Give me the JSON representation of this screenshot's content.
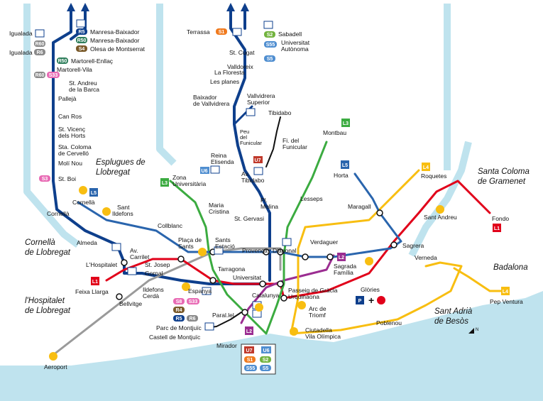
{
  "colors": {
    "water": "#bfe3ee",
    "L1": "#e1001a",
    "L2": "#9b2d91",
    "L3": "#3bab40",
    "L4": "#f8be11",
    "L5": "#2a65ad",
    "FGC": "#0e3f8c",
    "Renfe": "#9a9a9a",
    "funicular": "#111111"
  },
  "areas": {
    "esplugues": [
      "Esplugues de",
      "Llobregat"
    ],
    "cornella": [
      "Cornellà",
      "de Llobregat"
    ],
    "hospitalet": [
      "l'Hospitalet",
      "de Llobregat"
    ],
    "santa_coloma": [
      "Santa Coloma",
      "de Gramenet"
    ],
    "badalona": "Badalona",
    "sant_adria": [
      "Sant Adrià",
      "de Besòs"
    ]
  },
  "stations": {
    "manresa_baixador": "Manresa-Baixador",
    "igualada_1": "Igualada",
    "igualada_2": "Igualada",
    "olesa": "Olesa de Montserrat",
    "martorell_enllac": "Martorell-Enllaç",
    "martorell_vila": "Martorell-Vila",
    "st_andreu_barca": [
      "St. Andreu",
      "de la Barca"
    ],
    "pallejà": "Pallejà",
    "can_ros": "Can Ros",
    "st_vicenc": [
      "St. Vicenç",
      "dels Horts"
    ],
    "sta_coloma_cervello": [
      "Sta. Coloma",
      "de Cervelló"
    ],
    "moli_nou": "Molí Nou",
    "st_boi": "St. Boi",
    "terrassa": "Terrassa",
    "sabadell": "Sabadell",
    "universitat_autonoma": [
      "Universitat",
      "Autònoma"
    ],
    "st_cugat": "St. Cugat",
    "valldoreix": "Valldoreix",
    "la_floresta": "La Floresta",
    "les_planes": "Les planes",
    "baixador_vallvidrera": [
      "Baixador",
      "de Vallvidrera"
    ],
    "vallvidrera_superior": [
      "Vallvidrera",
      "Superior"
    ],
    "peu_funicular": [
      "Peu",
      "del",
      "Funicular"
    ],
    "tibidabo": "Tibidabo",
    "fi_funicular": [
      "Fi. del",
      "Funicular"
    ],
    "reina_elisenda": [
      "Reina",
      "Elisenda"
    ],
    "av_tibidabo": [
      "Av.",
      "Tibidabo"
    ],
    "zona_universitaria": [
      "Zona",
      "Universitària"
    ],
    "montbau": "Montbau",
    "horta": "Horta",
    "roquetes": "Roquetes",
    "fondo": "Fondo",
    "cornella": "Cornellà",
    "sant_ildefons": [
      "Sant",
      "Ildefons"
    ],
    "collblanc": "Collblanc",
    "maria_cristina": [
      "Maria",
      "Cristina"
    ],
    "st_gervasi": "St. Gervasi",
    "molina": [
      "Pl.",
      "Molina"
    ],
    "lesseps": "Lesseps",
    "maragall": "Maragall",
    "sant_andreu": "Sant Andreu",
    "almeda": "Almeda",
    "av_carrilet": [
      "Av.",
      "Carrilet"
    ],
    "lhospitalet": "L'Hospitalet",
    "placa_sants": [
      "Plaça de",
      "Sants"
    ],
    "sants_estacio": [
      "Sants",
      "Estació"
    ],
    "provenca": "Provença",
    "diagonal": "Diagonal",
    "verdaguer": "Verdaguer",
    "sagrera": "Sagrera",
    "st_josep": "St. Josep",
    "gornal": "Gornal",
    "feixa_llarga": "Feixa Llarga",
    "tarragona": "Tarragona",
    "universitat": "Universitat",
    "sagrada_familia": [
      "Sagrada",
      "Família"
    ],
    "verneda": "Verneda",
    "ildefons_cerda": [
      "Ildefons",
      "Cerdà"
    ],
    "espanya": "Espanya",
    "catalunya": "Catalunya",
    "passeig_gracia": [
      "Passeig de Gràcia",
      "Urquinaona"
    ],
    "glories": "Glòries",
    "pep_ventura": "Pep Ventura",
    "bellvitge": "Bellvitge",
    "paral_lel": "Paral.lel",
    "arc_triomf": [
      "Arc de",
      "Triomf"
    ],
    "poblenou": "Poblenou",
    "parc_montjuic": "Parc de Montjuïc",
    "castell_montjuic": "Castell de Montjuïc",
    "ciutadella": [
      "Ciutadella",
      "Vila Olímpica"
    ],
    "mirador": "Mirador",
    "aeroport": "Aeroport"
  },
  "badges": {
    "R5": "R5",
    "R50": "R50",
    "S4": "S4",
    "R60": "R60",
    "R6": "R6",
    "S33": "S33",
    "S3": "S3",
    "S1": "S1",
    "S2": "S2",
    "S55": "S55",
    "S5": "S5",
    "L1": "L1",
    "L2": "L2",
    "L3": "L3",
    "L4": "L4",
    "L5": "L5",
    "U6": "U6",
    "U7": "U7",
    "S8": "S8",
    "R4": "R4"
  },
  "symbols": {
    "parking": "P",
    "cross": "+",
    "north": "N"
  }
}
